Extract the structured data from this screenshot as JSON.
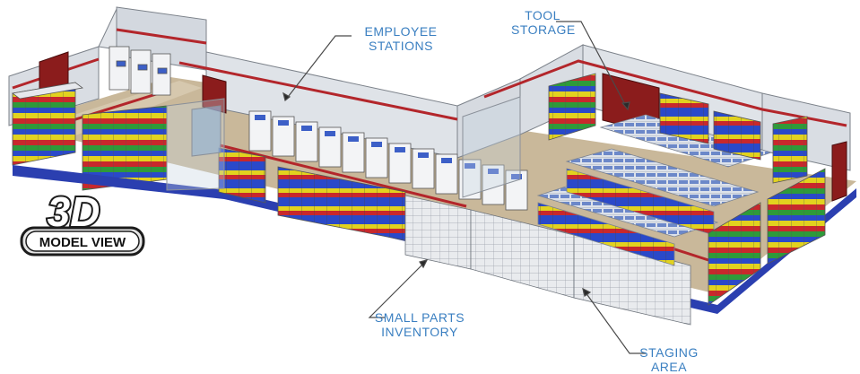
{
  "callouts": {
    "employee_line1": "EMPLOYEE",
    "employee_line2": "STATIONS",
    "tool_line1": "TOOL",
    "tool_line2": "STORAGE",
    "small_line1": "SMALL PARTS",
    "small_line2": "INVENTORY",
    "staging_line1": "STAGING",
    "staging_line2": "AREA"
  },
  "logo": {
    "big": "3D",
    "small": "MODEL VIEW"
  },
  "colors": {
    "callout_text": "#3a7fc1",
    "wall": "#d9dde3",
    "floor": "#c9b89a",
    "red_stripe": "#b3262b",
    "base_blue": "#2b3fb0",
    "bin_blue": "#2a49c9",
    "bin_yellow": "#e2d21f",
    "bin_red": "#c8282c",
    "bin_green": "#2f9a3a",
    "door": "#8b1c1c"
  }
}
